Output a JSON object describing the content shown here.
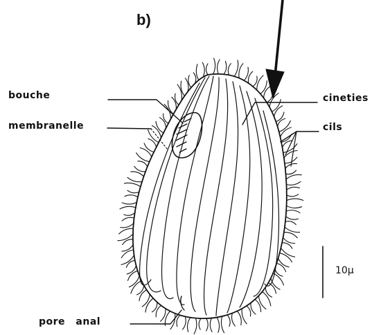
{
  "panel_label": "b)",
  "labels": {
    "bouche": "bouche",
    "membranelle": "membranelle",
    "pore_anal": "pore anal",
    "cineties": "cineties",
    "cils": "cils"
  },
  "scale_bar": {
    "text": "10µ"
  },
  "colors": {
    "ink": "#111111",
    "background": "#ffffff"
  }
}
